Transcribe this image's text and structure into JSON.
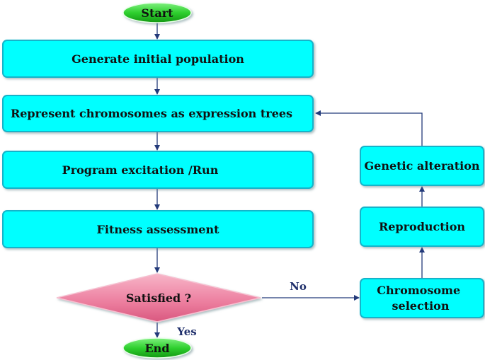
{
  "flowchart": {
    "start": "Start",
    "end": "End",
    "steps": [
      "Generate initial population",
      "Represent chromosomes as expression trees",
      "Program excitation /Run",
      "Fitness assessment"
    ],
    "decision": "Satisfied ?",
    "branch_no": "No",
    "branch_yes": "Yes",
    "loop": {
      "selection_line1": "Chromosome",
      "selection_line2": "selection",
      "reproduction": "Reproduction",
      "alteration": "Genetic alteration"
    }
  },
  "colors": {
    "box_fill": "#00ffff",
    "box_stroke": "#12b3c9",
    "terminal_fill": "#3cd23c",
    "decision_fill": "#ee7fa0",
    "arrow": "#233a7a"
  }
}
